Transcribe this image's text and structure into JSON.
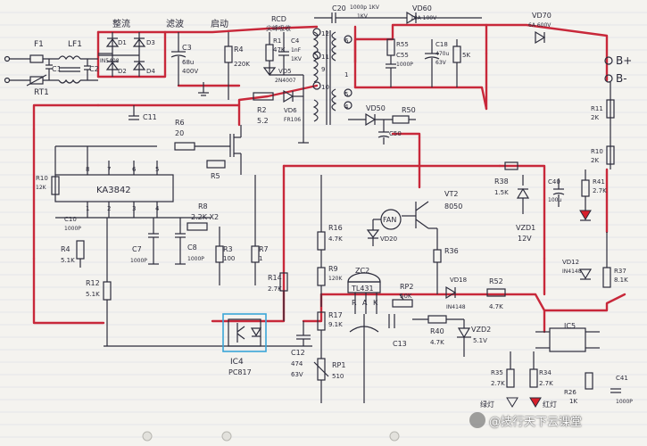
{
  "sections": {
    "rectify": "整流",
    "filter": "滤波",
    "start": "启动",
    "rcd": "RCD",
    "rcd2": "尖峰吸收"
  },
  "components": {
    "F1": "F1",
    "LF1": "LF1",
    "C1": "C1",
    "C2": "C2",
    "RT1": "RT1",
    "D1": "D1",
    "D2": "D2",
    "D3": "D3",
    "D4": "D4",
    "diode_model": "IN5408",
    "C3": "C3",
    "C3_val": "68u",
    "C3_v": "400V",
    "R4": "R4",
    "R4_val": "220K",
    "R1": "R1",
    "R1_val": "47K",
    "C4": "C4",
    "C4_val": "1nF",
    "C4_v": "1KV",
    "VD5": "VD5",
    "VD5_val": "2N4007",
    "C20": "C20",
    "C20_val": "1000p 1KV",
    "C20_val2": "1KV",
    "VD60": "VD60",
    "VD60_val": "10A 100V",
    "VD70": "VD70",
    "VD70_val": "6A 600V",
    "R55": "R55",
    "C55": "C55",
    "C55_val": "1000P",
    "C18": "C18",
    "C18_val": "470u",
    "C18_v": "63V",
    "R5x": "5K",
    "Bplus": "B+",
    "Bminus": "B-",
    "R11": "R11",
    "R11_val": "2K",
    "R10": "R10",
    "R10_val": "2K",
    "R2": "R2",
    "R2_val": "5.2",
    "VD6": "VD6",
    "VD6_val": "FR106",
    "VD50": "VD50",
    "R50": "R50",
    "C50": "C50",
    "R6": "R6",
    "R6_val": "20",
    "R5": "R5",
    "C11": "C11",
    "IC": "KA3842",
    "R10b": "R10",
    "R10b_val": "12K",
    "C10": "C10",
    "C10_val": "1000P",
    "R8": "R8",
    "R8_val": "2.2K X2",
    "R3": "R3",
    "R3_val": "100",
    "R7": "R7",
    "R7_val": "1",
    "C7": "C7",
    "C7_val": "1000P",
    "C8": "C8",
    "C8_val": "1000P",
    "R4b": "R4",
    "R4b_val": "5.1K",
    "R12": "R12",
    "R12_val": "5.1K",
    "R14": "R14",
    "R14_val": "2.7K",
    "R16": "R16",
    "R16_val": "4.7K",
    "R9": "R9",
    "R9_val": "120K",
    "R17": "R17",
    "R17_val": "9.1K",
    "RP1": "RP1",
    "RP1_val": "510",
    "C12": "C12",
    "C12_val": "474",
    "C12_v": "63V",
    "IC4": "IC4",
    "IC4_val": "PC817",
    "FAN": "FAN",
    "VD20": "VD20",
    "ZC2": "ZC2",
    "TL431": "TL431",
    "RP2": "RP2",
    "RP2_val": "50K",
    "C13": "C13",
    "R40": "R40",
    "R40_val": "4.7K",
    "R36": "R36",
    "VT2": "VT2",
    "VT2_val": "8050",
    "R38": "R38",
    "R38_val": "1.5K",
    "VZD1": "VZD1",
    "VZD1_val": "12V",
    "C40": "C40",
    "C40_val": "100u",
    "R41": "R41",
    "R41_val": "2.7K",
    "VD12": "VD12",
    "VD12_val": "IN4148",
    "R37": "R37",
    "R37_val": "8.1K",
    "VD18": "VD18",
    "VD18_val": "IN4148",
    "R52": "R52",
    "R52_val": "4.7K",
    "VZD2": "VZD2",
    "VZD2_val": "5.1V",
    "R35": "R35",
    "R35_val": "2.7K",
    "R34": "R34",
    "R34_val": "2.7K",
    "R26": "R26",
    "R26_val": "1K",
    "C41": "C41",
    "C41_val": "1000P",
    "IC5": "IC5",
    "led_green": "绿灯",
    "led_red": "红灯",
    "pins_ic": [
      "8",
      "7",
      "6",
      "5",
      "1",
      "2",
      "3",
      "4"
    ],
    "pin9": "9",
    "pin12": "12",
    "pin11": "11",
    "pin10": "10",
    "pin6": "6",
    "pin5": "5",
    "pin4": "4",
    "pin1": "1",
    "tl_R": "R",
    "tl_A": "A",
    "tl_K": "K"
  },
  "watermark": "@技行天下云课堂",
  "colors": {
    "ink": "#2b2b3a",
    "red": "#c8283a",
    "paper": "#f4f3ef",
    "blue_box": "#3aa6d8",
    "led_red": "#d81f2a"
  }
}
